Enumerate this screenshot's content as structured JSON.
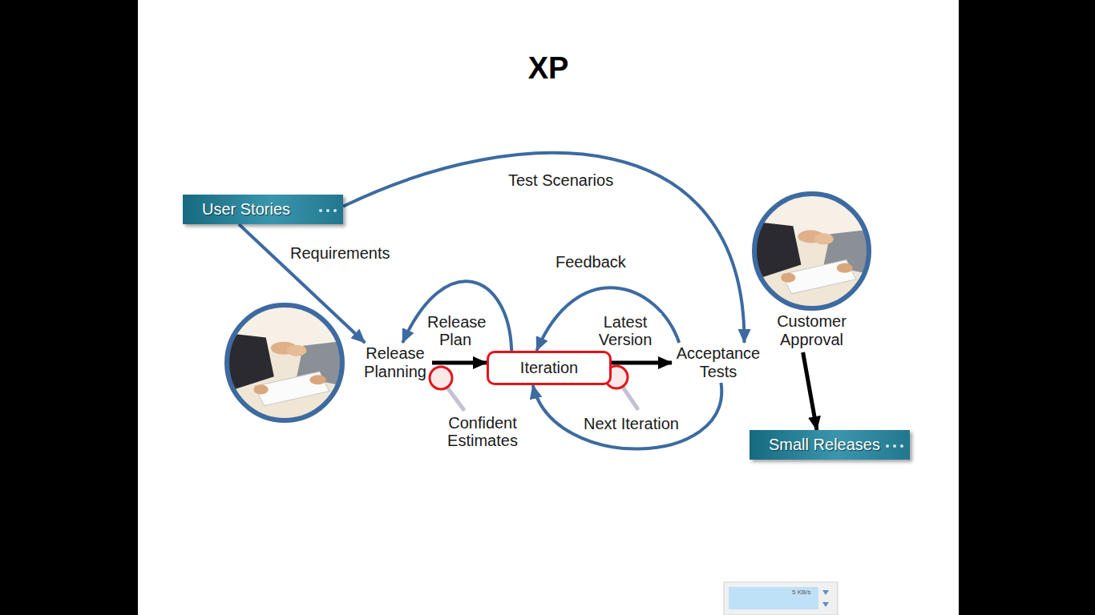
{
  "diagram": {
    "title": "XP",
    "nodes": [
      {
        "text": [
          "User Stories"
        ]
      },
      {
        "text": [
          "Release Planning"
        ]
      },
      {
        "text": [
          "Iteration"
        ]
      },
      {
        "text": [
          "Acceptance Tests"
        ]
      },
      {
        "text": [
          "Customer Approval"
        ]
      },
      {
        "text": [
          "Small Releases"
        ]
      }
    ],
    "edges": [
      {
        "from": 0,
        "to": 1,
        "label": "Requirements",
        "arrow": "to"
      },
      {
        "from": 0,
        "to": 3,
        "label": "Test Scenarios",
        "arrow": "to"
      },
      {
        "from": 1,
        "to": 2,
        "label": "Release Plan",
        "arrow": "to"
      },
      {
        "from": 2,
        "to": 1,
        "arrow": "to"
      },
      {
        "from": 2,
        "to": 3,
        "label": "Latest Version",
        "arrow": "to"
      },
      {
        "from": 3,
        "to": 2,
        "label": "Feedback",
        "arrow": "to"
      },
      {
        "from": 3,
        "to": 2,
        "label": "Next Iteration",
        "arrow": "to"
      },
      {
        "from": 4,
        "to": 5,
        "arrow": "to"
      }
    ],
    "labels": [
      "Confident Estimates",
      "5 KB/s"
    ]
  }
}
